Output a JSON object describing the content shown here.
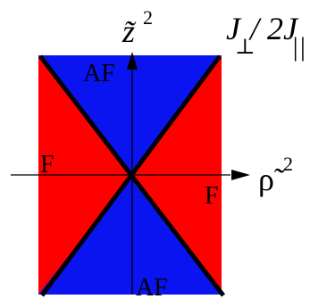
{
  "labels": {
    "y_axis": "z̃",
    "y_axis_exp": "2",
    "x_axis": "ρ̃",
    "x_axis_exp": "2",
    "ratio_j": "J",
    "ratio_perp": "⊥",
    "ratio_slash": "/ 2J",
    "ratio_par": "||"
  },
  "regions": {
    "top": "AF",
    "bottom": "AF",
    "left": "F",
    "right": "F"
  },
  "colors": {
    "af_region": "#0a14f0",
    "f_region": "#ff0000",
    "lines": "#000000"
  }
}
